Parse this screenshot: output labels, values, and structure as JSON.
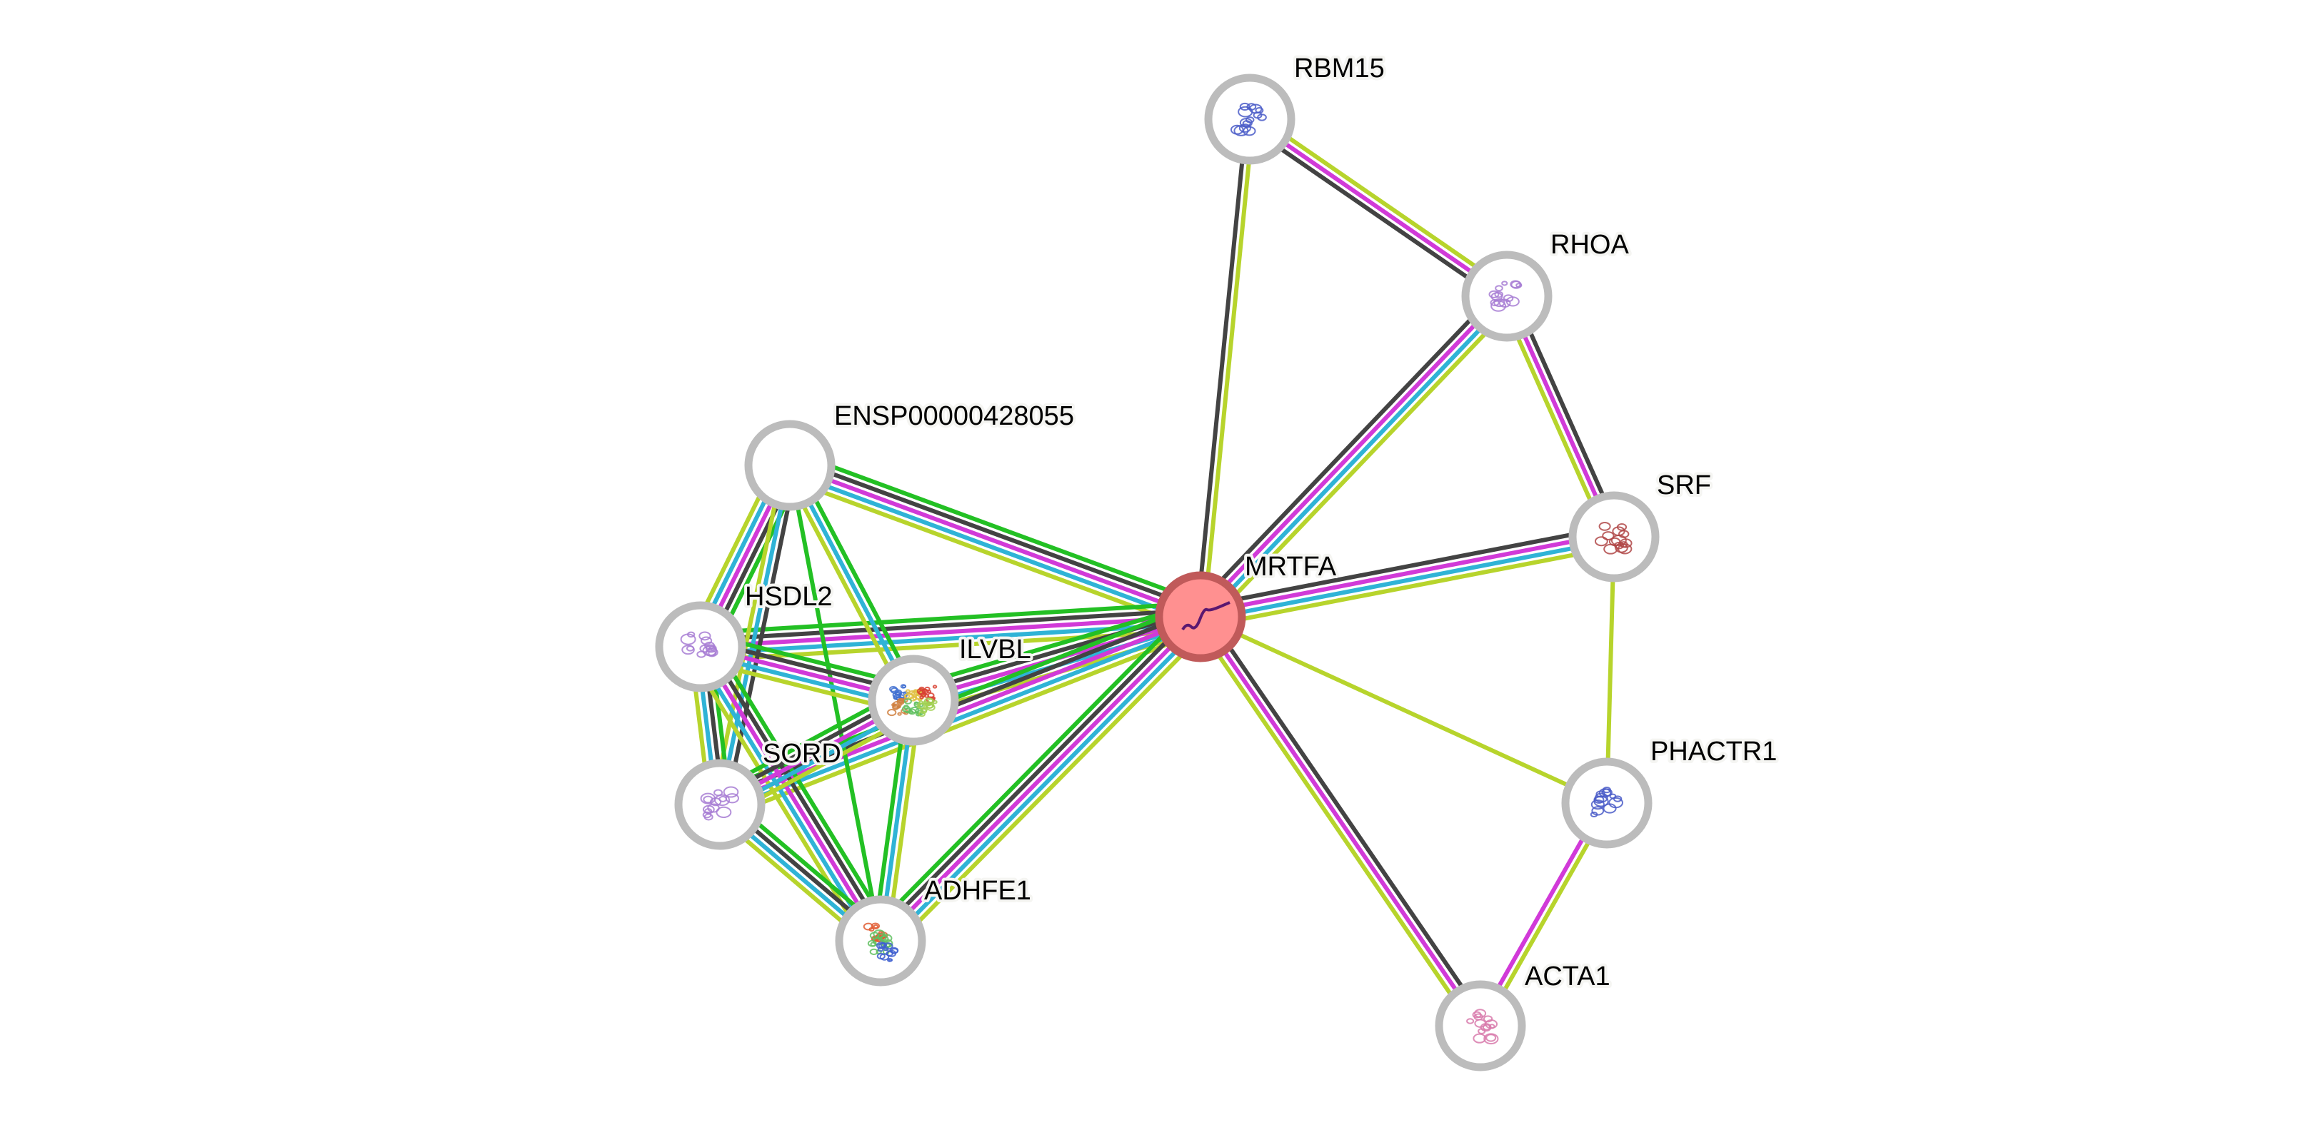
{
  "title": "Protein interaction network",
  "evidence_colors": {
    "experiments": "#d13ad8",
    "databases": "#2fb3d6",
    "textmining": "#b7d42c",
    "coexpression": "#434343",
    "neighborhood": "#23c024"
  },
  "query_node": "MRTFA",
  "nodes": [
    {
      "id": "RBM15",
      "label": "RBM15",
      "query": false,
      "structure": "rbm15-structure",
      "glyph_color": "#4a5cc8"
    },
    {
      "id": "RHOA",
      "label": "RHOA",
      "query": false,
      "structure": "rhoa-structure",
      "glyph_color": "#a77cd4"
    },
    {
      "id": "SRF",
      "label": "SRF",
      "query": false,
      "structure": "srf-structure",
      "glyph_color": "#b04848"
    },
    {
      "id": "MRTFA",
      "label": "MRTFA",
      "query": true,
      "structure": "mrtfa-structure",
      "glyph_color": "#5a1870"
    },
    {
      "id": "ENSP00000428055",
      "label": "ENSP00000428055",
      "query": false,
      "structure": "",
      "glyph_color": ""
    },
    {
      "id": "HSDL2",
      "label": "HSDL2",
      "query": false,
      "structure": "hsdl2-structure",
      "glyph_color": "#a77cd4"
    },
    {
      "id": "ILVBL",
      "label": "ILVBL",
      "query": false,
      "structure": "ilvbl-structure",
      "glyph_color": "#d86a38"
    },
    {
      "id": "SORD",
      "label": "SORD",
      "query": false,
      "structure": "sord-structure",
      "glyph_color": "#a77cd4"
    },
    {
      "id": "ADHFE1",
      "label": "ADHFE1",
      "query": false,
      "structure": "adhfe1-structure",
      "glyph_color": "#4cb86c"
    },
    {
      "id": "PHACTR1",
      "label": "PHACTR1",
      "query": false,
      "structure": "phactr1-structure",
      "glyph_color": "#4a5cc8"
    },
    {
      "id": "ACTA1",
      "label": "ACTA1",
      "query": false,
      "structure": "acta1-structure",
      "glyph_color": "#d87aac"
    }
  ],
  "edges": [
    {
      "source": "RBM15",
      "target": "MRTFA",
      "evidence": [
        "textmining",
        "coexpression"
      ]
    },
    {
      "source": "RBM15",
      "target": "RHOA",
      "evidence": [
        "textmining",
        "experiments",
        "coexpression"
      ]
    },
    {
      "source": "RHOA",
      "target": "MRTFA",
      "evidence": [
        "textmining",
        "databases",
        "experiments",
        "coexpression"
      ]
    },
    {
      "source": "RHOA",
      "target": "SRF",
      "evidence": [
        "coexpression",
        "experiments",
        "textmining"
      ]
    },
    {
      "source": "SRF",
      "target": "MRTFA",
      "evidence": [
        "textmining",
        "databases",
        "experiments",
        "coexpression"
      ]
    },
    {
      "source": "SRF",
      "target": "PHACTR1",
      "evidence": [
        "textmining"
      ]
    },
    {
      "source": "MRTFA",
      "target": "PHACTR1",
      "evidence": [
        "textmining"
      ]
    },
    {
      "source": "MRTFA",
      "target": "ACTA1",
      "evidence": [
        "coexpression",
        "experiments",
        "textmining"
      ]
    },
    {
      "source": "PHACTR1",
      "target": "ACTA1",
      "evidence": [
        "textmining",
        "experiments"
      ]
    },
    {
      "source": "ENSP00000428055",
      "target": "MRTFA",
      "evidence": [
        "neighborhood",
        "coexpression",
        "experiments",
        "databases",
        "textmining"
      ]
    },
    {
      "source": "HSDL2",
      "target": "MRTFA",
      "evidence": [
        "neighborhood",
        "coexpression",
        "experiments",
        "databases",
        "textmining"
      ]
    },
    {
      "source": "ILVBL",
      "target": "MRTFA",
      "evidence": [
        "neighborhood",
        "coexpression",
        "experiments",
        "databases",
        "textmining"
      ]
    },
    {
      "source": "SORD",
      "target": "MRTFA",
      "evidence": [
        "neighborhood",
        "coexpression",
        "experiments",
        "databases",
        "textmining"
      ]
    },
    {
      "source": "ADHFE1",
      "target": "MRTFA",
      "evidence": [
        "neighborhood",
        "coexpression",
        "experiments",
        "databases",
        "textmining"
      ]
    },
    {
      "source": "ENSP00000428055",
      "target": "HSDL2",
      "evidence": [
        "neighborhood",
        "coexpression",
        "experiments",
        "databases",
        "textmining"
      ]
    },
    {
      "source": "ENSP00000428055",
      "target": "ILVBL",
      "evidence": [
        "neighborhood",
        "databases",
        "textmining"
      ]
    },
    {
      "source": "ENSP00000428055",
      "target": "SORD",
      "evidence": [
        "coexpression",
        "databases",
        "textmining"
      ]
    },
    {
      "source": "ENSP00000428055",
      "target": "ADHFE1",
      "evidence": [
        "neighborhood"
      ]
    },
    {
      "source": "HSDL2",
      "target": "ILVBL",
      "evidence": [
        "neighborhood",
        "coexpression",
        "experiments",
        "databases",
        "textmining"
      ]
    },
    {
      "source": "HSDL2",
      "target": "SORD",
      "evidence": [
        "neighborhood",
        "coexpression",
        "databases",
        "textmining"
      ]
    },
    {
      "source": "HSDL2",
      "target": "ADHFE1",
      "evidence": [
        "neighborhood",
        "coexpression",
        "experiments",
        "databases",
        "textmining"
      ]
    },
    {
      "source": "SORD",
      "target": "ILVBL",
      "evidence": [
        "neighborhood",
        "coexpression",
        "experiments",
        "databases",
        "textmining"
      ]
    },
    {
      "source": "SORD",
      "target": "ADHFE1",
      "evidence": [
        "neighborhood",
        "coexpression",
        "databases",
        "textmining"
      ]
    },
    {
      "source": "ILVBL",
      "target": "ADHFE1",
      "evidence": [
        "textmining",
        "databases",
        "neighborhood"
      ]
    }
  ]
}
